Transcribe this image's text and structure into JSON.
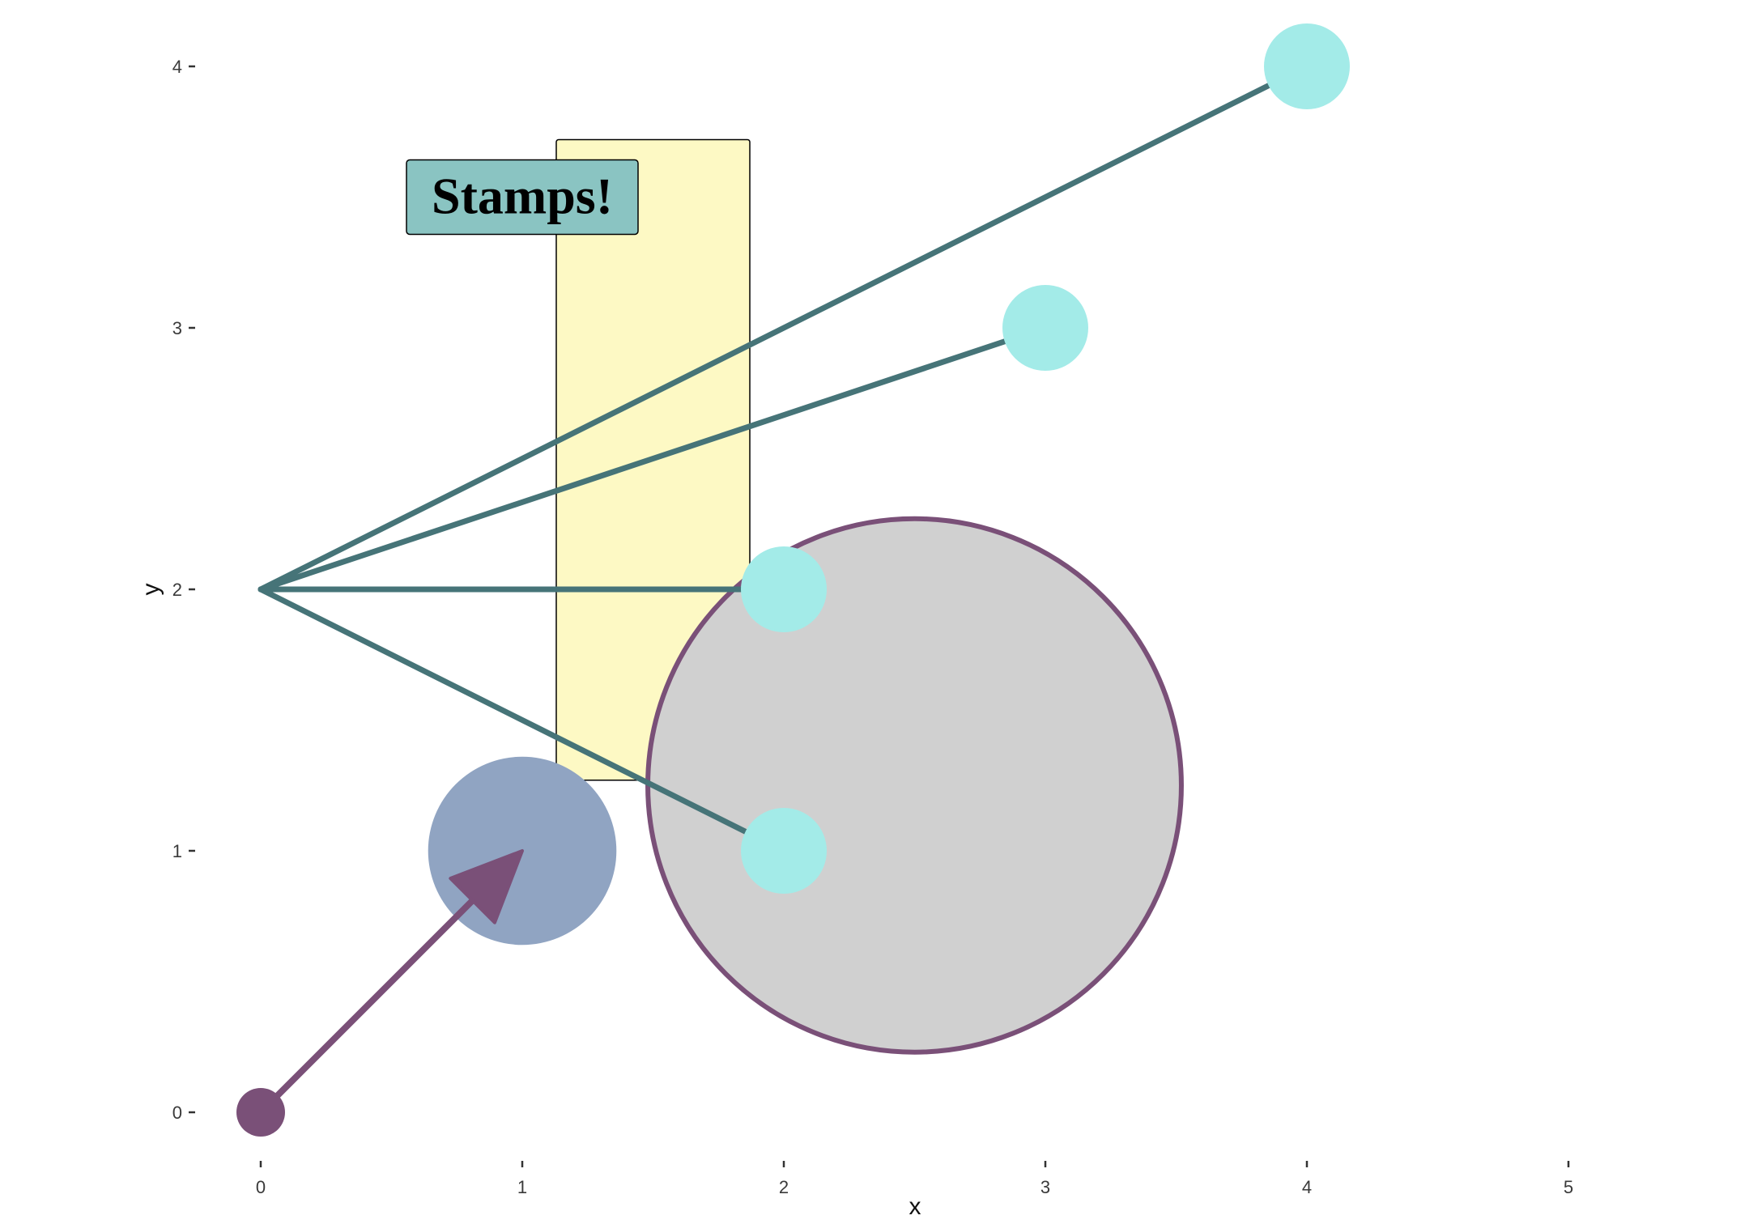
{
  "chart_data": {
    "type": "scatter",
    "title": "",
    "xlabel": "x",
    "ylabel": "y",
    "xlim": [
      -0.3,
      5.3
    ],
    "ylim": [
      -0.2,
      4.15
    ],
    "x_ticks": [
      0,
      1,
      2,
      3,
      4,
      5
    ],
    "y_ticks": [
      0,
      1,
      2,
      3,
      4
    ],
    "grid": false,
    "colors": {
      "purple": "#7a5078",
      "teal_arrow": "#467478",
      "cyan_point": "#a3ebe8",
      "blue_circle": "#90a4c2",
      "gray_circle": "#d0d0d0",
      "yellow_rect": "#fdf9c4",
      "label_fill": "#8ac4c2"
    },
    "rect": {
      "xmin": 1.13,
      "xmax": 1.87,
      "ymin": 1.27,
      "ymax": 3.72
    },
    "big_circle": {
      "cx": 2.5,
      "cy": 1.25,
      "r": 1.02
    },
    "blue_circle": {
      "cx": 1,
      "cy": 1,
      "r": 0.36
    },
    "points": [
      {
        "x": 2,
        "y": 1
      },
      {
        "x": 2,
        "y": 2
      },
      {
        "x": 3,
        "y": 3
      },
      {
        "x": 4,
        "y": 4
      }
    ],
    "arrows_from": {
      "x": 0,
      "y": 2
    },
    "origin_point": {
      "x": 0,
      "y": 0
    },
    "origin_arrow_to": {
      "x": 1,
      "y": 1
    },
    "label": {
      "text": "Stamps!",
      "x": 1,
      "y": 3.5
    }
  }
}
